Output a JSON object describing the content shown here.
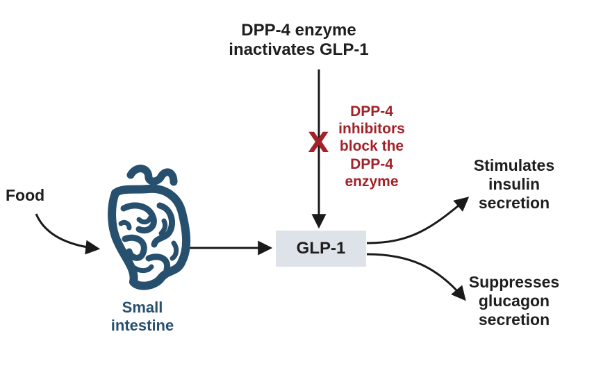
{
  "labels": {
    "dpp4_enzyme": "DPP-4 enzyme\ninactivates GLP-1",
    "inhibitor": "DPP-4\ninhibitors\nblock the\nDPP-4\nenzyme",
    "food": "Food",
    "small_intestine": "Small\nintestine",
    "glp1": "GLP-1",
    "insulin": "Stimulates\ninsulin\nsecretion",
    "glucagon": "Suppresses\nglucagon\nsecretion",
    "block_mark": "X"
  },
  "colors": {
    "text": "#1e1e1e",
    "inhibitor": "#a3222a",
    "intestine": "#27506e",
    "glp_box": "#dde3e9",
    "arrow": "#1a1a1a"
  },
  "icons": {
    "intestine": "small-intestine-icon"
  }
}
